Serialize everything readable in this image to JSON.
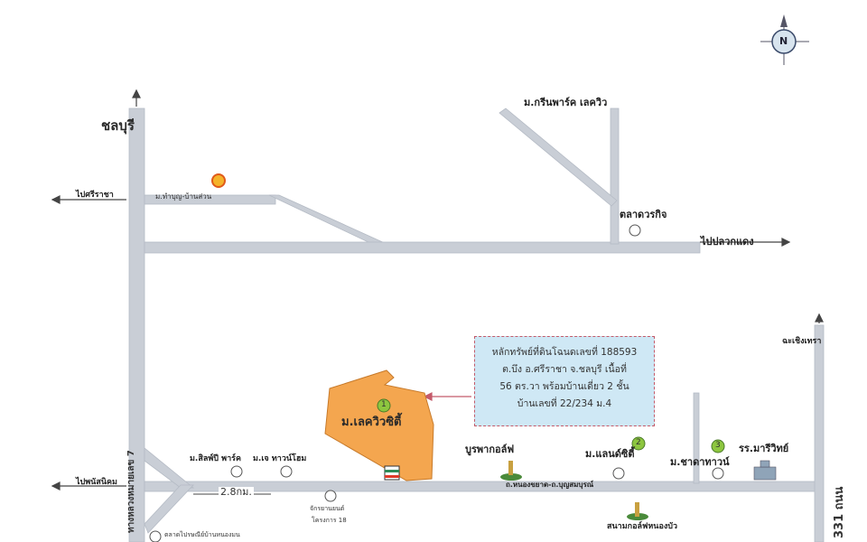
{
  "title_label": "ชลบุรี",
  "compass": {
    "letter": "N"
  },
  "roads": {
    "left_top_dir": "ไปศรีราชา",
    "top_place": "ม.ทำบุญ-บ้านส่วน",
    "right_mid_dir": "ไปปลวกแดง",
    "left_bottom_dir": "ไปพนัสนิคม",
    "right_top_dir": "ฉะเชิงเทรา",
    "highway_left": "ทางหลวงหมายเลข 7",
    "highway_right": "331 ถนน",
    "distance": "2.8กม.",
    "road_name": "ถ.หนองขยาด-ถ.บุญสมบุรณ์"
  },
  "landmarks": {
    "greenpark": "ม.กรีนพาร์ค เลควิว",
    "market": "ตลาดวรกิจ",
    "siam_park": "ม.สิลพ์ปี พาร์ค",
    "je_townhome": "ม.เจ ทาวน์โฮม",
    "golf": "บูรพากอล์ฟ",
    "landcity": "ม.แลนด์ซิตี้",
    "chada": "ม.ชาดาทาวน์",
    "school": "รร.มารีวิทย์",
    "golf_course": "สนามกอล์ฟหนองบัว",
    "bike_shop": "จักรยานยนต์",
    "bike_sub": "โครงการ 18",
    "junction": "ตลาดไปรษณีย์บ้านหนองมน",
    "seven_eleven": "7"
  },
  "property": {
    "number": "1",
    "name": "ม.เลควิวซิตี้"
  },
  "markers": {
    "two": "2",
    "three": "3"
  },
  "callout": {
    "line1": "หลักทรัพย์ที่ดินโฉนดเลขที่  188593",
    "line2": "ต.บึง อ.ศรีราชา จ.ชลบุรี เนื้อที่",
    "line3": "56 ตร.วา พร้อมบ้านเดี่ยว 2 ชั้น",
    "line4": "บ้านเลขที่  22/234 ม.4"
  },
  "colors": {
    "road": "#c9ced6",
    "property": "#f4a64f",
    "callout_bg": "#cfe8f5",
    "marker": "#8dc63f"
  }
}
